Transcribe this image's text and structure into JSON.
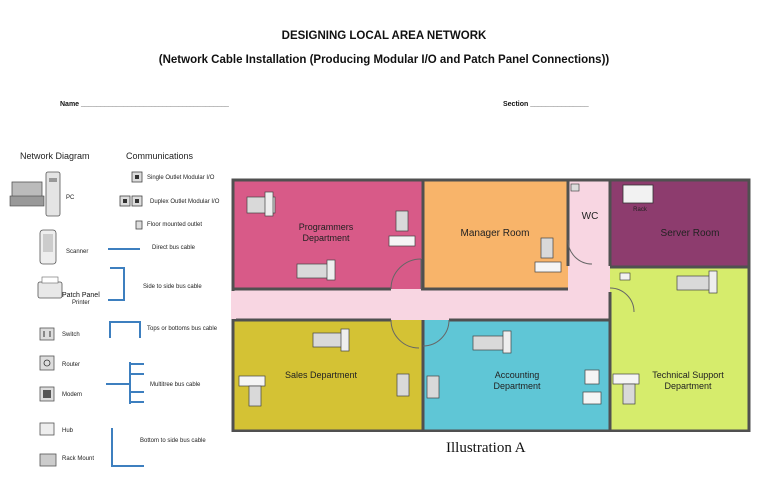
{
  "header": {
    "title": "DESIGNING LOCAL AREA NETWORK",
    "subtitle": "(Network Cable Installation (Producing Modular I/O and Patch Panel Connections))",
    "name_label": "Name ______________________________________",
    "section_label": "Section _______________"
  },
  "legend": {
    "diagram_heading": "Network Diagram",
    "comm_heading": "Communications",
    "devices": [
      "PC",
      "Scanner",
      "Patch Panel",
      "Printer",
      "Switch",
      "Router",
      "Modem",
      "Hub",
      "Rack Mount"
    ],
    "comms": [
      "Single Outlet Modular I/O",
      "Duplex Outlet Modular I/O",
      "Floor mounted outlet",
      "Direct bus cable",
      "Side to side bus cable",
      "Tops or bottoms bus cable",
      "Multitree bus cable",
      "Bottom to side bus cable"
    ]
  },
  "floorplan": {
    "rooms": {
      "programmers": "Programmers Department",
      "manager": "Manager Room",
      "wc": "WC",
      "server": "Server Room",
      "rack": "Rack",
      "sales": "Sales Department",
      "accounting": "Accounting Department",
      "techsupport": "Technical Support Department"
    },
    "caption": "Illustration A"
  },
  "colors": {
    "programmers": "#d85a88",
    "manager": "#f8b46a",
    "wc": "#f8d6e2",
    "server": "#8d3c6e",
    "sales": "#d4c234",
    "accounting": "#5fc6d6",
    "techsupport": "#d6ec6c",
    "hallway": "#f8d6e2",
    "wall": "#505050"
  }
}
